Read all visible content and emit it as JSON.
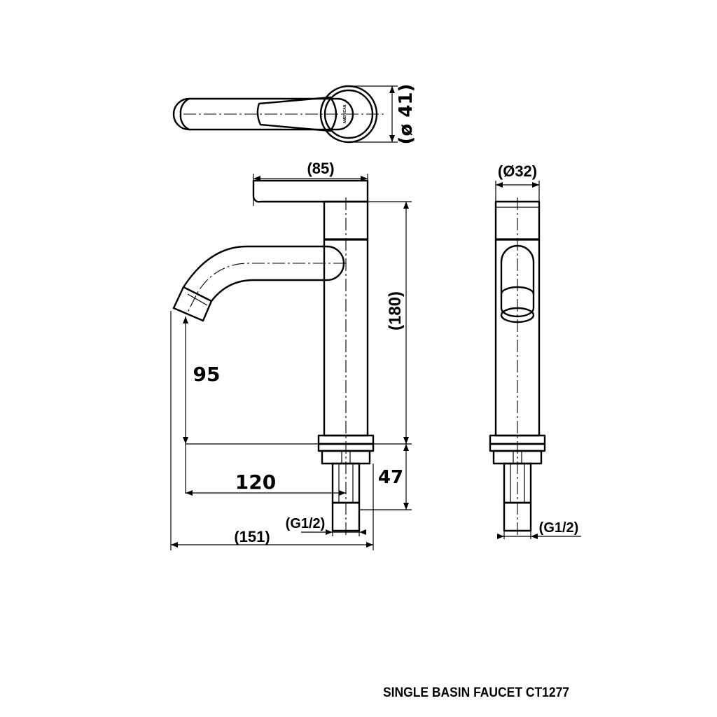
{
  "drawing": {
    "title": "SINGLE BASIN FAUCET CT1277",
    "logo_text": "AMERICAN",
    "dimensions": {
      "top_diameter": "(ø 41)",
      "handle_length": "(85)",
      "side_diameter": "(Ø32)",
      "total_height": "(180)",
      "spout_clearance": "95",
      "spout_reach": "120",
      "shank_length": "47",
      "overall_width": "(151)",
      "thread_front": "(G1/2)",
      "thread_side": "(G1/2)"
    }
  }
}
